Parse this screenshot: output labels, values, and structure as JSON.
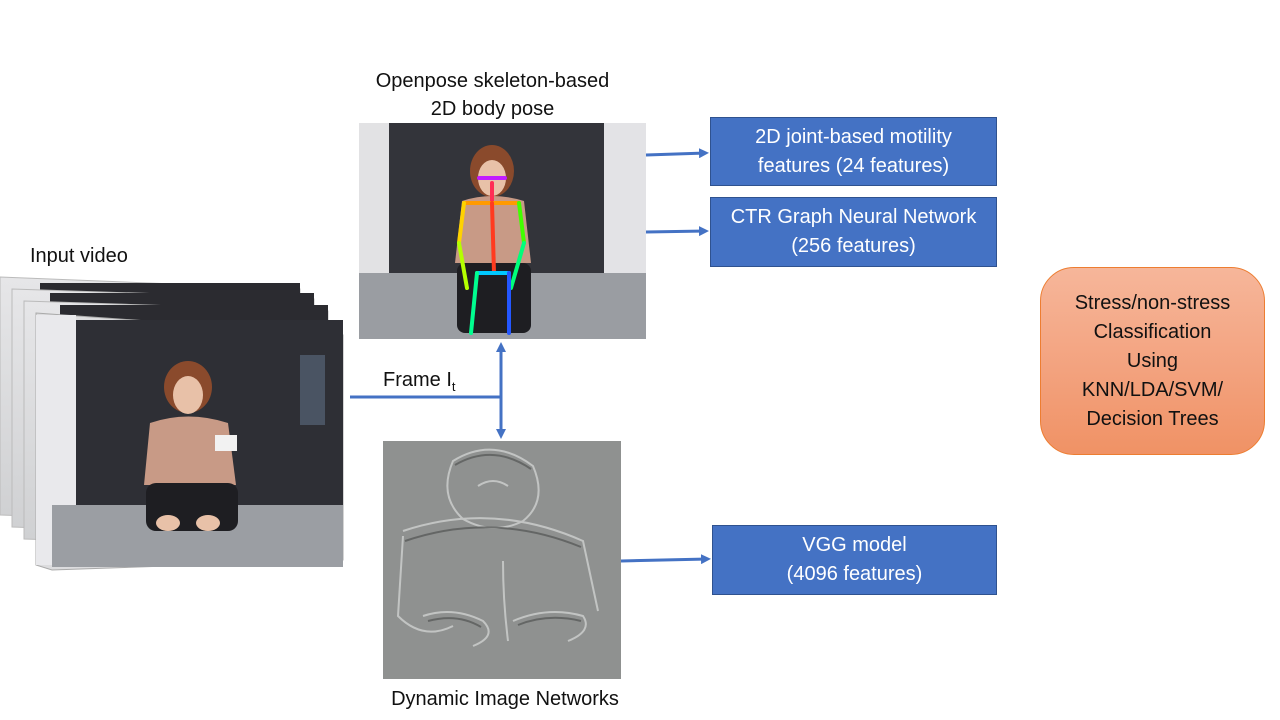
{
  "labels": {
    "input_video": "Input video",
    "pose_title_line1": "Openpose skeleton-based",
    "pose_title_line2": "2D body pose",
    "frame_label": "Frame I",
    "frame_subscript": "t",
    "dynamic_image": "Dynamic Image Networks"
  },
  "boxes": {
    "motility": {
      "line1": "2D joint-based motility",
      "line2": "features (24 features)"
    },
    "ctr": {
      "line1": "CTR Graph Neural Network",
      "line2": "(256 features)"
    },
    "vgg": {
      "line1": "VGG model",
      "line2": "(4096 features)"
    }
  },
  "classifier": {
    "line1": "Stress/non-stress",
    "line2": "Classification",
    "line3": "Using",
    "line4": "KNN/LDA/SVM/",
    "line5": "Decision Trees"
  },
  "colors": {
    "box_fill": "#4472c4",
    "arrow": "#4472c4",
    "classifier_fill": "#f4a582",
    "classifier_border": "#ed7d31"
  }
}
